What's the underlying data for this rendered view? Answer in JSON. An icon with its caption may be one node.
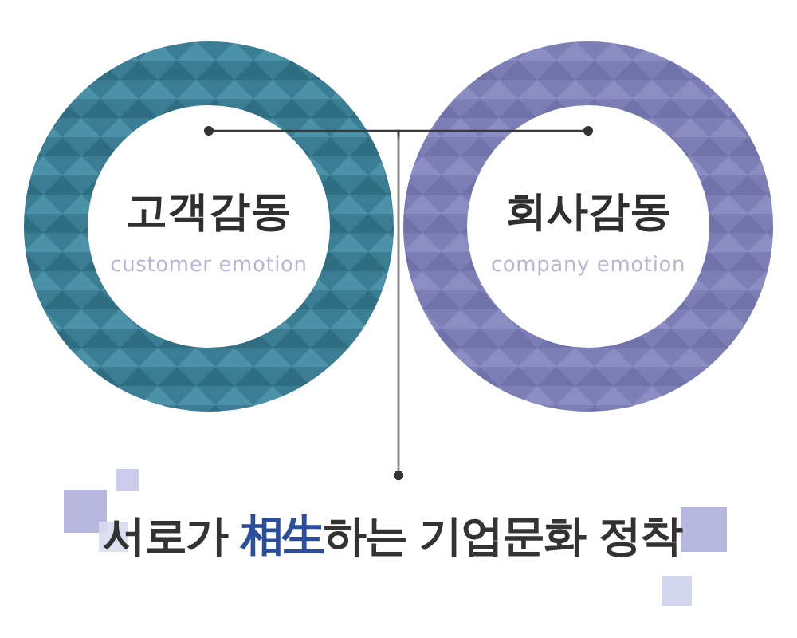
{
  "diagram": {
    "nodes": [
      {
        "text": [
          "고객감동",
          "customer emotion"
        ]
      },
      {
        "text": [
          "회사감동",
          "company emotion"
        ]
      },
      {
        "text": [
          "서로가 **相生**하는 기업문화 정착"
        ]
      }
    ],
    "edges": [
      {
        "from": 0,
        "to": 2,
        "arrow": "other"
      },
      {
        "from": 1,
        "to": 2,
        "arrow": "other"
      }
    ]
  }
}
